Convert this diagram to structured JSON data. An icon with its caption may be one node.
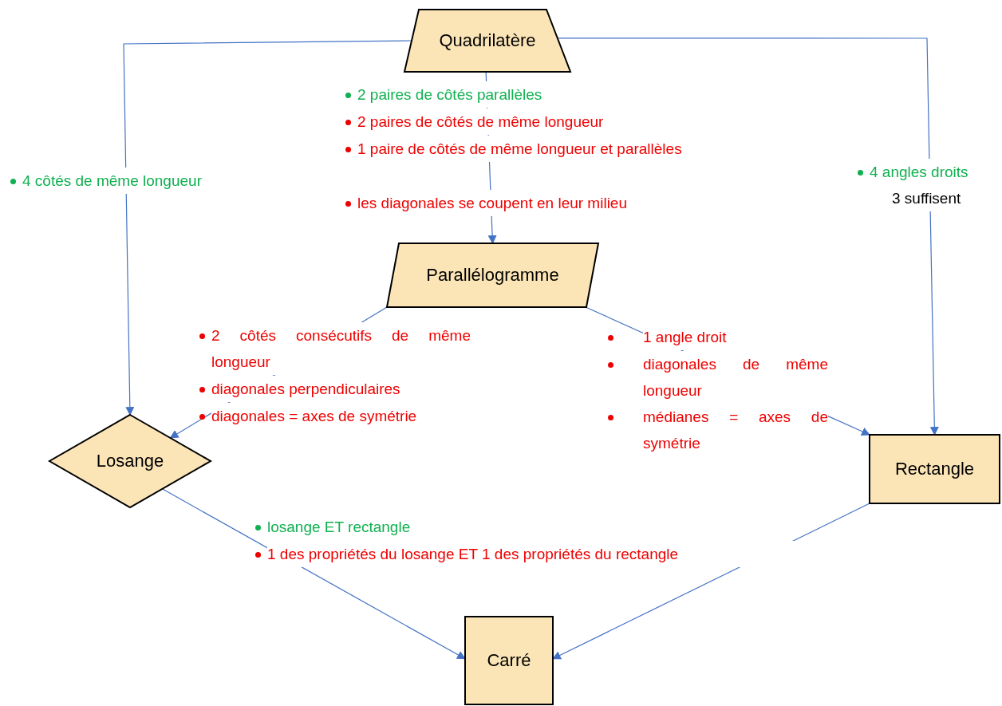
{
  "diagram": {
    "nodes": [
      {
        "text": [
          "Quadrilatère"
        ]
      },
      {
        "text": [
          "Parallélogramme"
        ]
      },
      {
        "text": [
          "Losange"
        ]
      },
      {
        "text": [
          "Rectangle"
        ]
      },
      {
        "text": [
          "Carré"
        ]
      }
    ],
    "edges": [
      {
        "from": 0,
        "to": 2,
        "arrow": "to"
      },
      {
        "from": 0,
        "to": 1,
        "arrow": "to"
      },
      {
        "from": 0,
        "to": 3,
        "arrow": "to"
      },
      {
        "from": 1,
        "to": 2,
        "arrow": "to"
      },
      {
        "from": 1,
        "to": 3,
        "arrow": "to"
      },
      {
        "from": 2,
        "to": 4,
        "arrow": "to"
      },
      {
        "from": 3,
        "to": 4,
        "arrow": "to"
      }
    ],
    "labels": [
      "2 paires de côtés parallèles",
      "2 paires de côtés de même longueur",
      "1 paire de côtés de même longueur et parallèles",
      "les diagonales se coupent en leur milieu",
      "4 côtés de même longueur",
      "4 angles droits",
      "3 suffisent",
      "2 côtés consécutifs de même longueur",
      "diagonales perpendiculaires",
      "diagonales = axes de symétrie",
      "1 angle droit",
      "diagonales de même longueur",
      "médianes = axes de symétrie",
      "losange ET rectangle",
      "1 des propriétés du losange ET 1 des propriétés du rectangle"
    ]
  }
}
